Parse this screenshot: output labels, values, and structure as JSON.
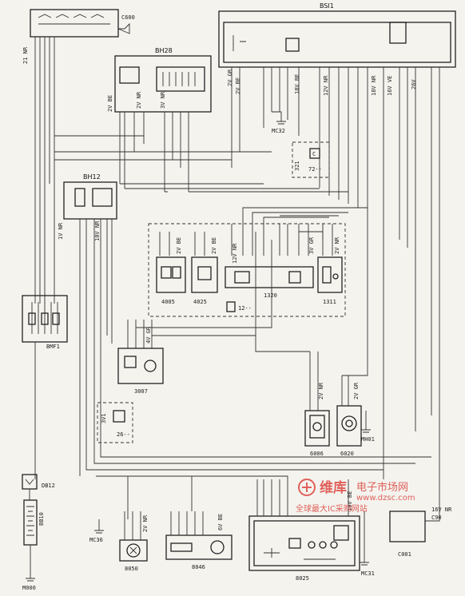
{
  "components": {
    "bsi1": "BSI1",
    "bh28": "BH28",
    "bh12": "BH12",
    "bb10": "BB10",
    "c001": "C001",
    "c001_conn": "16V NR",
    "c001_pin": "C90",
    "c600": "C600",
    "c1320": "1320",
    "c1311": "1311",
    "c4005": "4005",
    "c4025": "4025",
    "c3007": "3007",
    "c6006": "6006",
    "c6020": "6020",
    "c8050": "8050",
    "c8046": "8046",
    "c8025": "8025",
    "bmf1": "BMF1",
    "db12": "DB12",
    "mc32": "MC32",
    "mc36": "MC36",
    "mc31": "MC31",
    "mh01": "MH01",
    "m000": "M000",
    "ref12": "12--",
    "ref72": "72--",
    "ref26": "26--",
    "ref321": "321",
    "ref3v": "3V1"
  },
  "wire_labels": {
    "bh28_conn": "2V NR",
    "bh28_conn2": "2V BE",
    "bh28_conn3": "3V NR",
    "bsi1_conn1": "2V GR",
    "bsi1_conn2": "2V BE",
    "bsi1_conn3": "18V BE",
    "bsi1_conn4": "12V NR",
    "bsi1_conn5": "18V NR",
    "bsi1_conn6": "16V VE",
    "bsi1_conn7": "26V",
    "bh12_conn": "1V NR",
    "bh12_conn2": "10V NR",
    "c4005_conn": "2V BE",
    "c4025_conn": "2V BE",
    "c1320_conn": "12V NR",
    "c1311_conn1": "3V GR",
    "c1311_conn2": "2V NR",
    "c3007_conn": "4V GR",
    "c6006_conn": "2V NR",
    "c6020_conn": "2V GR",
    "c8050_conn": "2V NR",
    "c8046_conn": "6V BE",
    "c8025_conn": "10V BE",
    "left_conn": "21 NR"
  },
  "watermark": {
    "brand": "维库",
    "title": "电子市场网",
    "url": "www.dzsc.com",
    "slogan": "全球最大IC采购网站"
  }
}
